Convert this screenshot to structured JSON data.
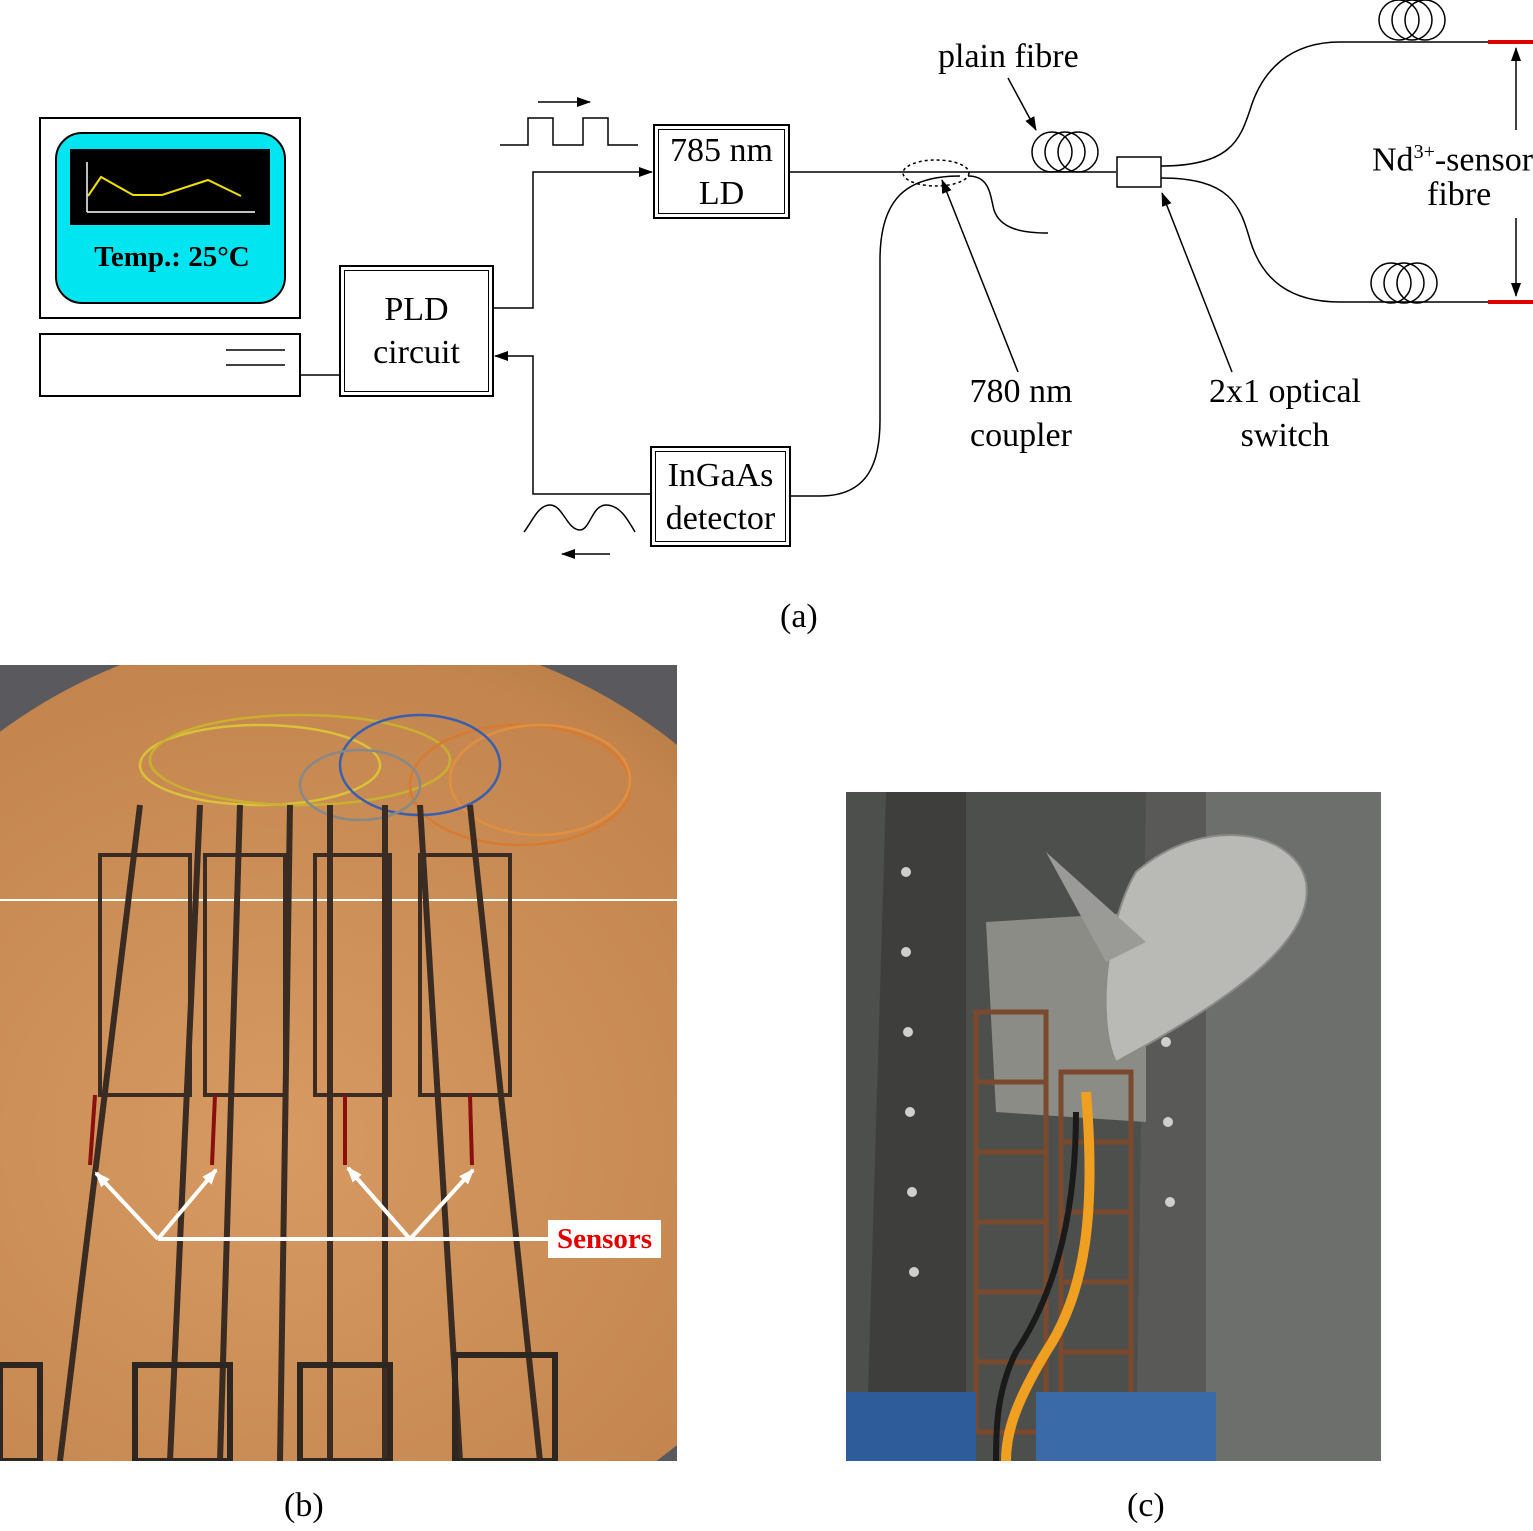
{
  "panel_a": {
    "monitor": {
      "screen_readout": "Temp.: 25°C"
    },
    "boxes": {
      "pld": [
        "PLD",
        "circuit"
      ],
      "ld": [
        "785 nm",
        "LD"
      ],
      "detector": [
        "InGaAs",
        "detector"
      ]
    },
    "labels": {
      "plain_fibre": "plain fibre",
      "coupler": [
        "780 nm",
        "coupler"
      ],
      "switch": [
        "2x1 optical",
        "switch"
      ],
      "sensor_fibre_prefix": "Nd",
      "sensor_fibre_superscript": "3+",
      "sensor_fibre_suffix": "-sensor",
      "sensor_fibre_line2": "fibre"
    },
    "caption": "(a)",
    "colors": {
      "screen_bg": "#00e5f0",
      "trace": "#f0e000",
      "sensor_segment": "#e00000"
    }
  },
  "panel_b": {
    "caption": "(b)",
    "callout": "Sensors",
    "colors": {
      "callout_text": "#e00000",
      "board": "#c88a55"
    }
  },
  "panel_c": {
    "caption": "(c)"
  }
}
